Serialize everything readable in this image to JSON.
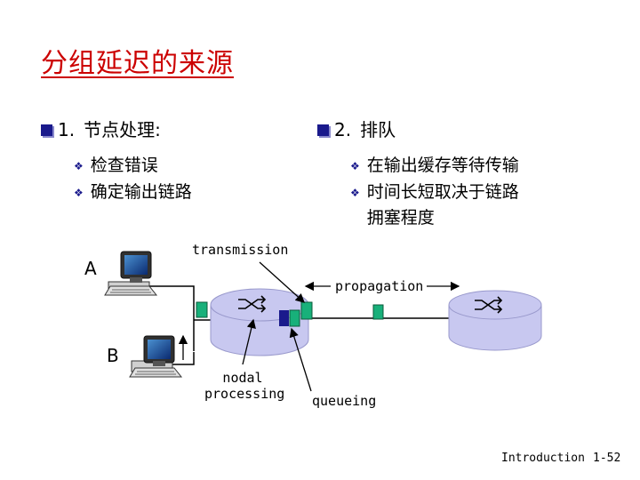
{
  "title": "分组延迟的来源",
  "left": {
    "heading_num": "1.",
    "heading": "节点处理:",
    "items": [
      "检查错误",
      "确定输出链路"
    ]
  },
  "right": {
    "heading_num": "2.",
    "heading": "排队",
    "items": [
      "在输出缓存等待传输",
      "时间长短取决于链路拥塞程度"
    ],
    "item2_line1": "时间长短取决于链路",
    "item2_line2": "拥塞程度"
  },
  "diagram": {
    "host_a": "A",
    "host_b": "B",
    "transmission": "transmission",
    "propagation": "propagation",
    "nodal_line1": "nodal",
    "nodal_line2": "processing",
    "queueing": "queueing"
  },
  "footer": {
    "section": "Introduction",
    "page": "1-52"
  },
  "colors": {
    "title": "#cc0000",
    "bullet": "#1a1a8c",
    "router": "#c8c8f0",
    "packet": "#18b07a",
    "queue_packet": "#1a1a8c"
  }
}
